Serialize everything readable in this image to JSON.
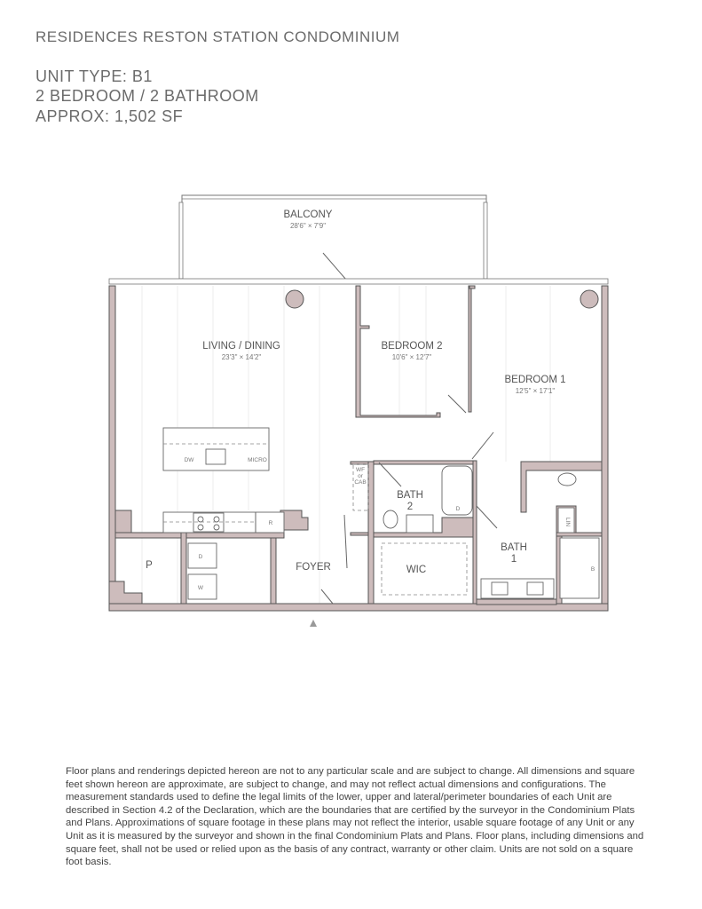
{
  "header": {
    "title": "RESIDENCES RESTON STATION CONDOMINIUM",
    "unit_type": "UNIT TYPE: B1",
    "bed_bath": "2 BEDROOM  / 2 BATHROOM",
    "approx_sf": "APPROX: 1,502 SF"
  },
  "plan": {
    "rooms": {
      "balcony": {
        "label": "BALCONY",
        "dims": "28'6\" × 7'9\""
      },
      "living": {
        "label": "LIVING / DINING",
        "dims": "23'3\" × 14'2\""
      },
      "bedroom2": {
        "label": "BEDROOM 2",
        "dims": "10'6\" × 12'7\""
      },
      "bedroom1": {
        "label": "BEDROOM 1",
        "dims": "12'5\" × 17'1\""
      },
      "bath2": {
        "label": "BATH",
        "num": "2"
      },
      "bath1": {
        "label": "BATH",
        "num": "1"
      },
      "wic": {
        "label": "WIC"
      },
      "foyer": {
        "label": "FOYER"
      },
      "pantry": {
        "label": "P"
      }
    },
    "fixtures": {
      "dw": "DW",
      "micro": "MICRO",
      "fridge": "R",
      "dryer": "D",
      "washer": "W",
      "wf1": "WF",
      "wf2": "or",
      "wf3": "CAB",
      "lin": "LIN",
      "tub_d": "D",
      "shower_b": "B"
    },
    "wall_color": "#cdbcbc",
    "entry_marker": "triangle-up-icon"
  },
  "disclaimer": "Floor plans and renderings depicted hereon are not to any particular scale and are subject to change. All dimensions and square feet shown hereon are approximate, are subject to change, and may not reflect actual dimensions and configurations. The measurement standards used to define the legal limits of the lower, upper and lateral/perimeter boundaries of each Unit are described in Section 4.2 of the Declaration, which are the boundaries that are certified by the surveyor in the Condominium Plats and Plans.  Approximations of square footage in these plans may not reflect the interior, usable square footage of any Unit or any Unit as it is measured by the surveyor and shown in the final Condominium Plats and Plans. Floor plans, including dimensions and square feet, shall not be used or relied upon as the basis of any contract, warranty or other claim. Units are not sold on a square foot basis."
}
